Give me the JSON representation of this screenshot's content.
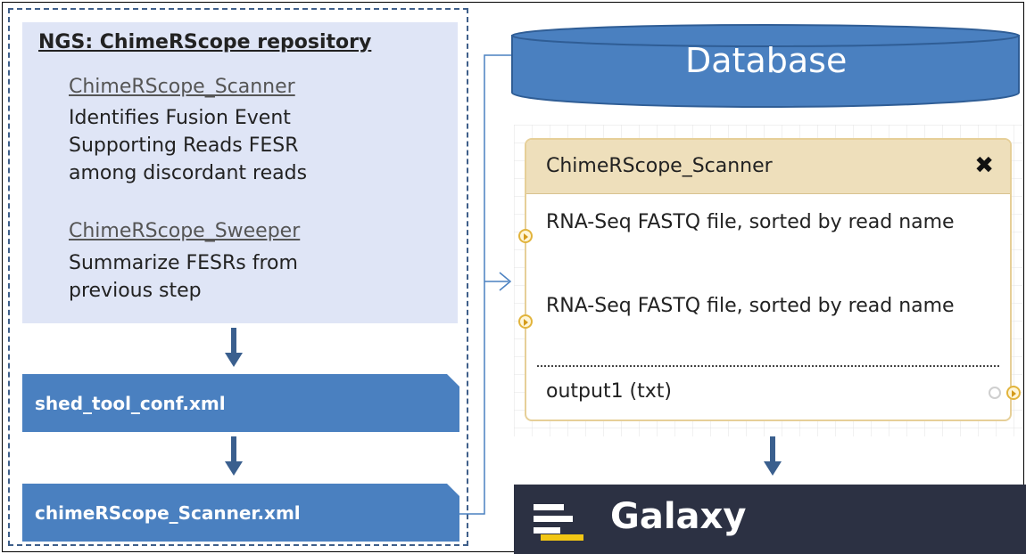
{
  "repository": {
    "title": "NGS: ChimeRScope repository",
    "tools": [
      {
        "name": "ChimeRScope_Scanner",
        "description": [
          "Identifies Fusion Event",
          "Supporting Reads FESR",
          "among discordant reads"
        ]
      },
      {
        "name": "ChimeRScope_Sweeper",
        "description": [
          "Summarize FESRs from",
          "previous step"
        ]
      }
    ]
  },
  "config_files": [
    "shed_tool_conf.xml",
    "chimeRScope_Scanner.xml"
  ],
  "database": {
    "label": "Database"
  },
  "tool_node": {
    "title": "ChimeRScope_Scanner",
    "close_glyph": "✖",
    "inputs": [
      "RNA-Seq FASTQ file, sorted by read name",
      "RNA-Seq FASTQ file, sorted by read name"
    ],
    "output": "output1 (txt)"
  },
  "galaxy": {
    "label": "Galaxy"
  },
  "colors": {
    "panel_bg": "#dfe5f6",
    "banner_blue": "#4a80c0",
    "arrow_blue": "#3a5f8e",
    "node_header": "#eedfbb",
    "galaxy_bar": "#2c3143",
    "galaxy_logo_yellow": "#f2c614"
  }
}
